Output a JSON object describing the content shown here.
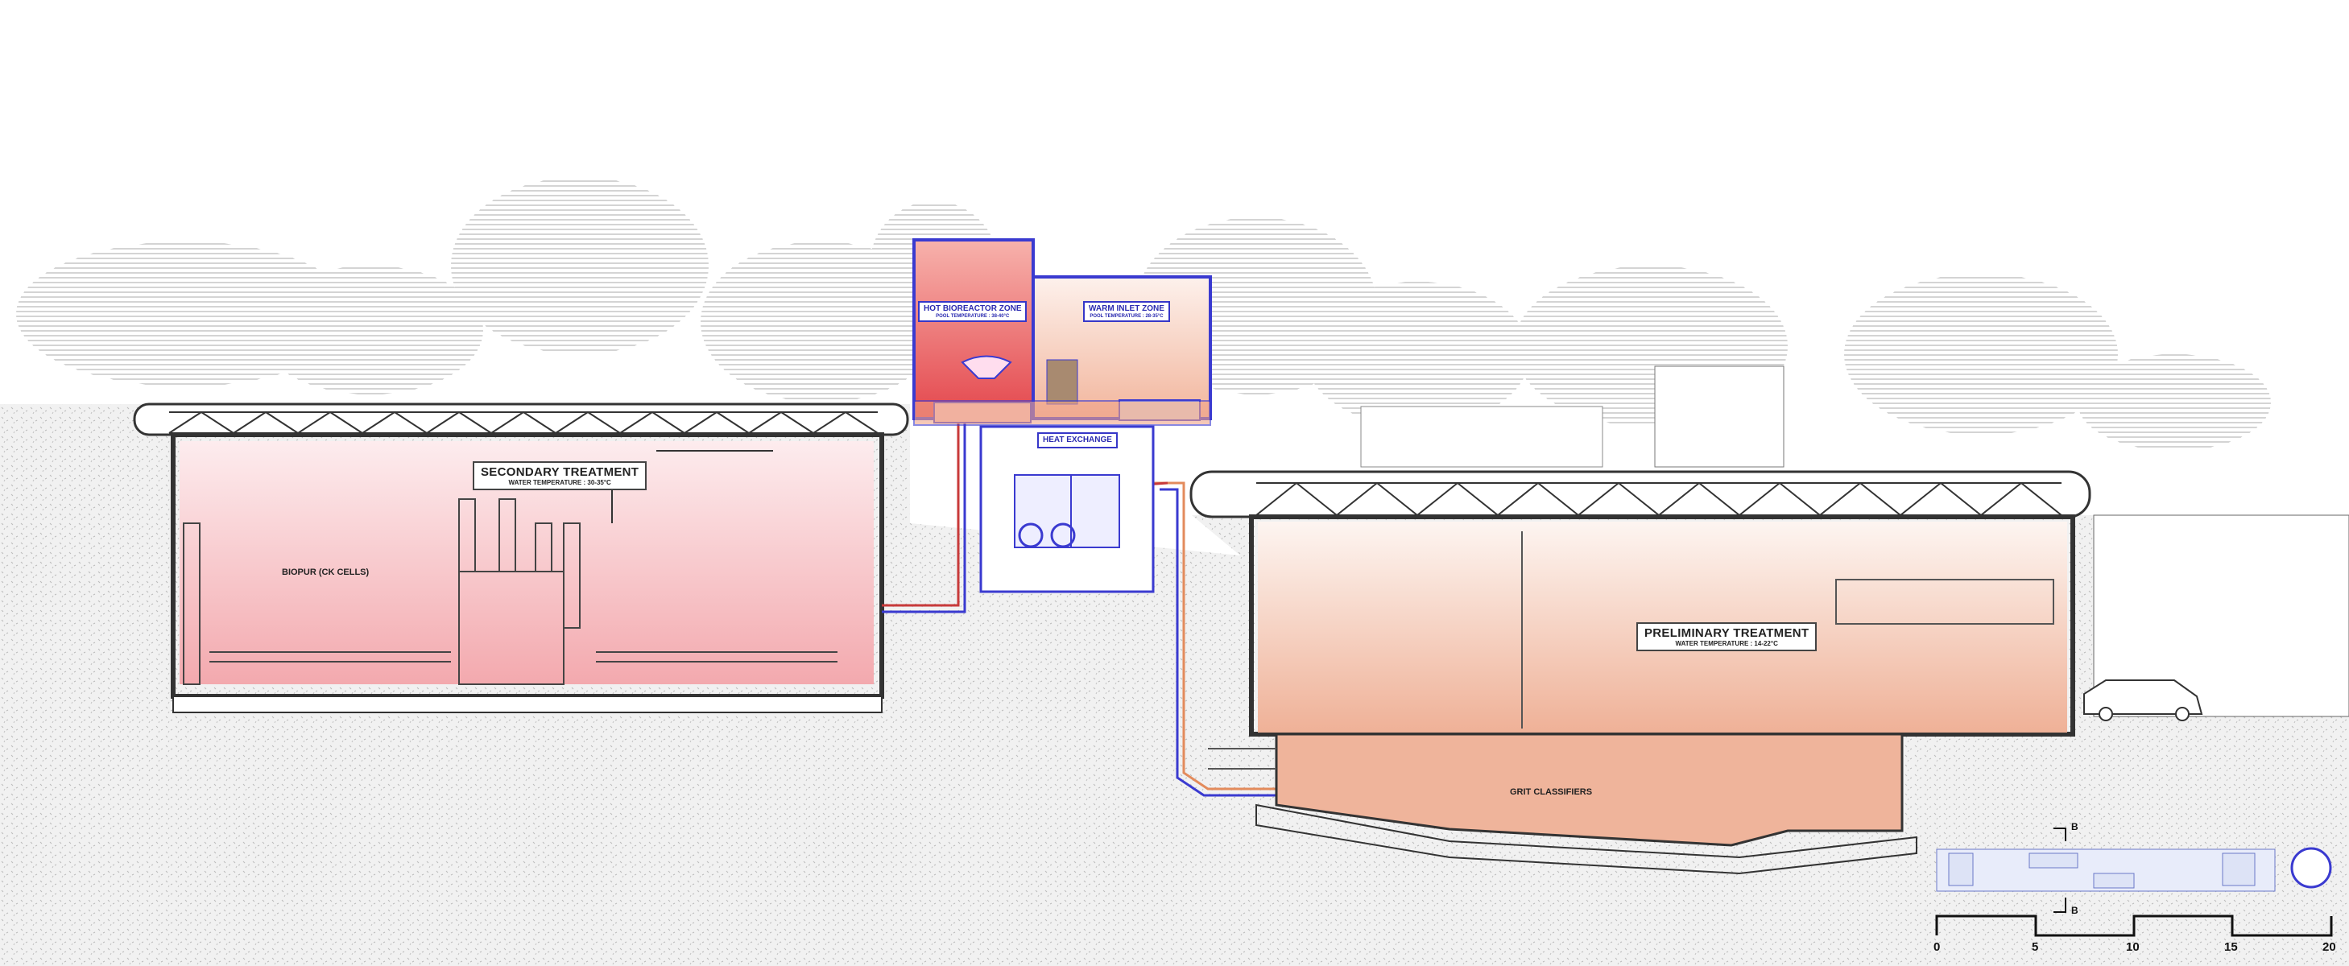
{
  "zones": {
    "hot_bioreactor": {
      "title": "HOT BIOREACTOR ZONE",
      "subtitle": "POOL TEMPERATURE : 38-40°C"
    },
    "warm_inlet": {
      "title": "WARM INLET ZONE",
      "subtitle": "POOL TEMPERATURE : 28-35°C"
    },
    "heat_exchange": {
      "title": "HEAT EXCHANGE"
    },
    "secondary_treatment": {
      "title": "SECONDARY TREATMENT",
      "subtitle": "WATER TEMPERATURE : 30-35°C"
    },
    "preliminary_treatment": {
      "title": "PRELIMINARY TREATMENT",
      "subtitle": "WATER TEMPERATURE : 14-22°C"
    },
    "biopur": {
      "title": "BIOPUR (CK CELLS)"
    },
    "grit": {
      "title": "GRIT CLASSIFIERS"
    }
  },
  "section_marker": {
    "label": "B"
  },
  "scale_bar": {
    "ticks": [
      "0",
      "5",
      "10",
      "15",
      "20"
    ]
  },
  "colors": {
    "hot": "#e8585a",
    "warm": "#f3b49a",
    "pink": "#f6b8bc",
    "blue_line": "#3a3ad0",
    "ground": "#e6e6e6"
  }
}
